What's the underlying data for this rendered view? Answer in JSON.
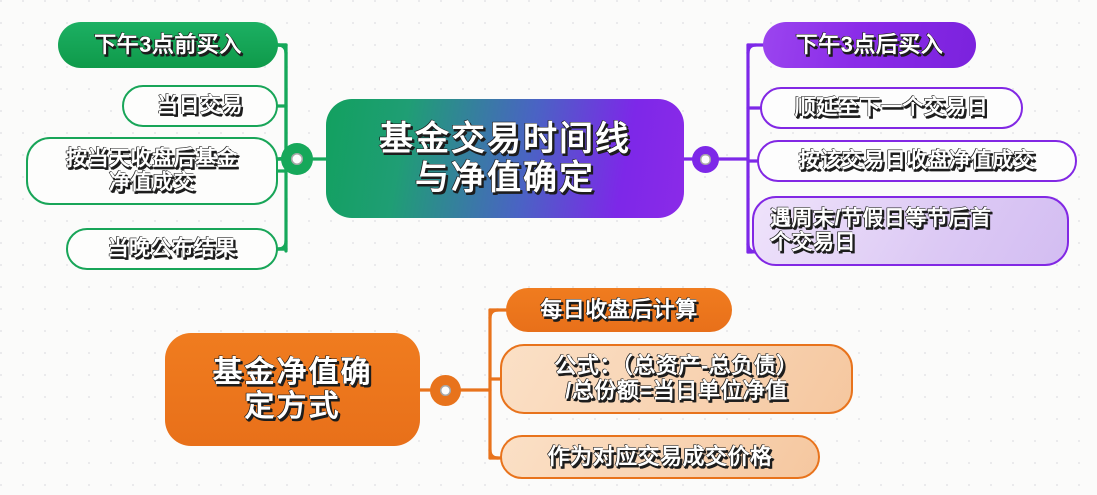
{
  "document": {
    "type": "mindmap",
    "title": "基金交易时间线与净值确定",
    "background_color": "#fbfbfa"
  },
  "colors": {
    "green": "#16a85a",
    "purple": "#7d28e8",
    "orange": "#e8731c",
    "central_gradient_from": "#12a05f",
    "central_gradient_to": "#8b2ae8",
    "text": "#ffffff",
    "text_outline": "#1d1d1d"
  },
  "central": {
    "label": "基金交易时间线\n与净值确定"
  },
  "branches": [
    {
      "id": "green-branch",
      "side": "left",
      "color": "#16a85a",
      "hub_name": "green-hub",
      "nodes": [
        {
          "label": "下午3点前买入",
          "style": "solid"
        },
        {
          "label": "当日交易",
          "style": "outline"
        },
        {
          "label": "按当天收盘后基金\n净值成交",
          "style": "outline"
        },
        {
          "label": "当晚公布结果",
          "style": "outline"
        }
      ]
    },
    {
      "id": "purple-branch",
      "side": "right",
      "color": "#7d28e8",
      "hub_name": "purple-hub",
      "nodes": [
        {
          "label": "下午3点后买入",
          "style": "solid"
        },
        {
          "label": "顺延至下一个交易日",
          "style": "outline"
        },
        {
          "label": "按该交易日收盘净值成交",
          "style": "outline"
        },
        {
          "label": "遇周末/节假日等节后首\n个交易日",
          "style": "tint"
        }
      ]
    },
    {
      "id": "orange-branch",
      "side": "right",
      "color": "#e8731c",
      "hub_name": "orange-hub",
      "root": {
        "label": "基金净值确\n定方式"
      },
      "nodes": [
        {
          "label": "每日收盘后计算",
          "style": "solid"
        },
        {
          "label": "公式：（总资产-总负债）\n/总份额=当日单位净值",
          "style": "tint"
        },
        {
          "label": "作为对应交易成交价格",
          "style": "tint"
        }
      ]
    }
  ]
}
